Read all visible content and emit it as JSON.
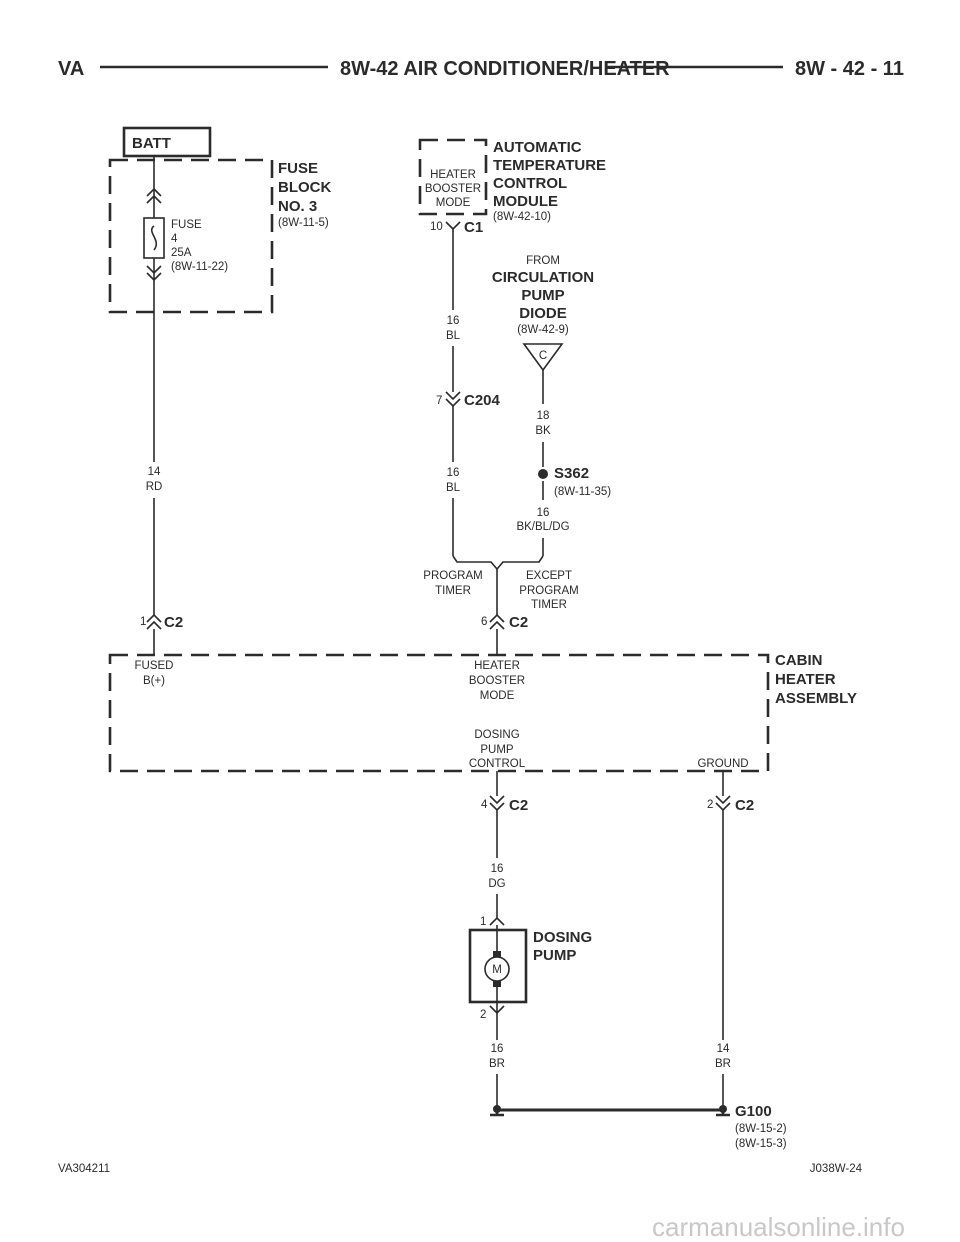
{
  "header": {
    "left": "VA",
    "title": "8W-42 AIR CONDITIONER/HEATER",
    "page": "8W - 42 - 11"
  },
  "batt": "BATT",
  "fuse_block": {
    "title": [
      "FUSE",
      "BLOCK",
      "NO. 3"
    ],
    "ref": "(8W-11-5)",
    "fuse": [
      "FUSE",
      "4",
      "25A",
      "(8W-11-22)"
    ]
  },
  "atc_module": {
    "title": [
      "AUTOMATIC",
      "TEMPERATURE",
      "CONTROL",
      "MODULE"
    ],
    "ref": "(8W-42-10)",
    "inner": [
      "HEATER",
      "BOOSTER",
      "MODE"
    ],
    "pin": "10",
    "connector": "C1"
  },
  "circ_pump": {
    "from": "FROM",
    "title": [
      "CIRCULATION",
      "PUMP",
      "DIODE"
    ],
    "ref": "(8W-42-9)",
    "terminal": "C"
  },
  "wires": {
    "w1": [
      "16",
      "BL"
    ],
    "w2": [
      "16",
      "BL"
    ],
    "w3": [
      "18",
      "BK"
    ],
    "w4": [
      "16",
      "BK/BL/DG"
    ],
    "w5": [
      "14",
      "RD"
    ],
    "w6": [
      "16",
      "DG"
    ],
    "w7": [
      "16",
      "BR"
    ],
    "w8": [
      "14",
      "BR"
    ]
  },
  "c204": {
    "pin": "7",
    "name": "C204"
  },
  "s362": {
    "name": "S362",
    "ref": "(8W-11-35)"
  },
  "options": {
    "left": [
      "PROGRAM",
      "TIMER"
    ],
    "right": [
      "EXCEPT",
      "PROGRAM",
      "TIMER"
    ]
  },
  "c2_pins": {
    "fused": {
      "pin": "1",
      "name": "C2"
    },
    "heater": {
      "pin": "6",
      "name": "C2"
    },
    "dosing": {
      "pin": "4",
      "name": "C2"
    },
    "ground": {
      "pin": "2",
      "name": "C2"
    }
  },
  "cabin": {
    "title": [
      "CABIN",
      "HEATER",
      "ASSEMBLY"
    ],
    "fused": [
      "FUSED",
      "B(+)"
    ],
    "heater": [
      "HEATER",
      "BOOSTER",
      "MODE"
    ],
    "dosing": [
      "DOSING",
      "PUMP",
      "CONTROL"
    ],
    "ground": "GROUND"
  },
  "dosing_pump": {
    "title": [
      "DOSING",
      "PUMP"
    ],
    "pin_top": "1",
    "pin_bottom": "2",
    "motor": "M"
  },
  "g100": {
    "name": "G100",
    "refs": [
      "(8W-15-2)",
      "(8W-15-3)"
    ]
  },
  "footer": {
    "left": "VA304211",
    "right": "J038W-24"
  },
  "watermark": "carmanualsonline.info"
}
